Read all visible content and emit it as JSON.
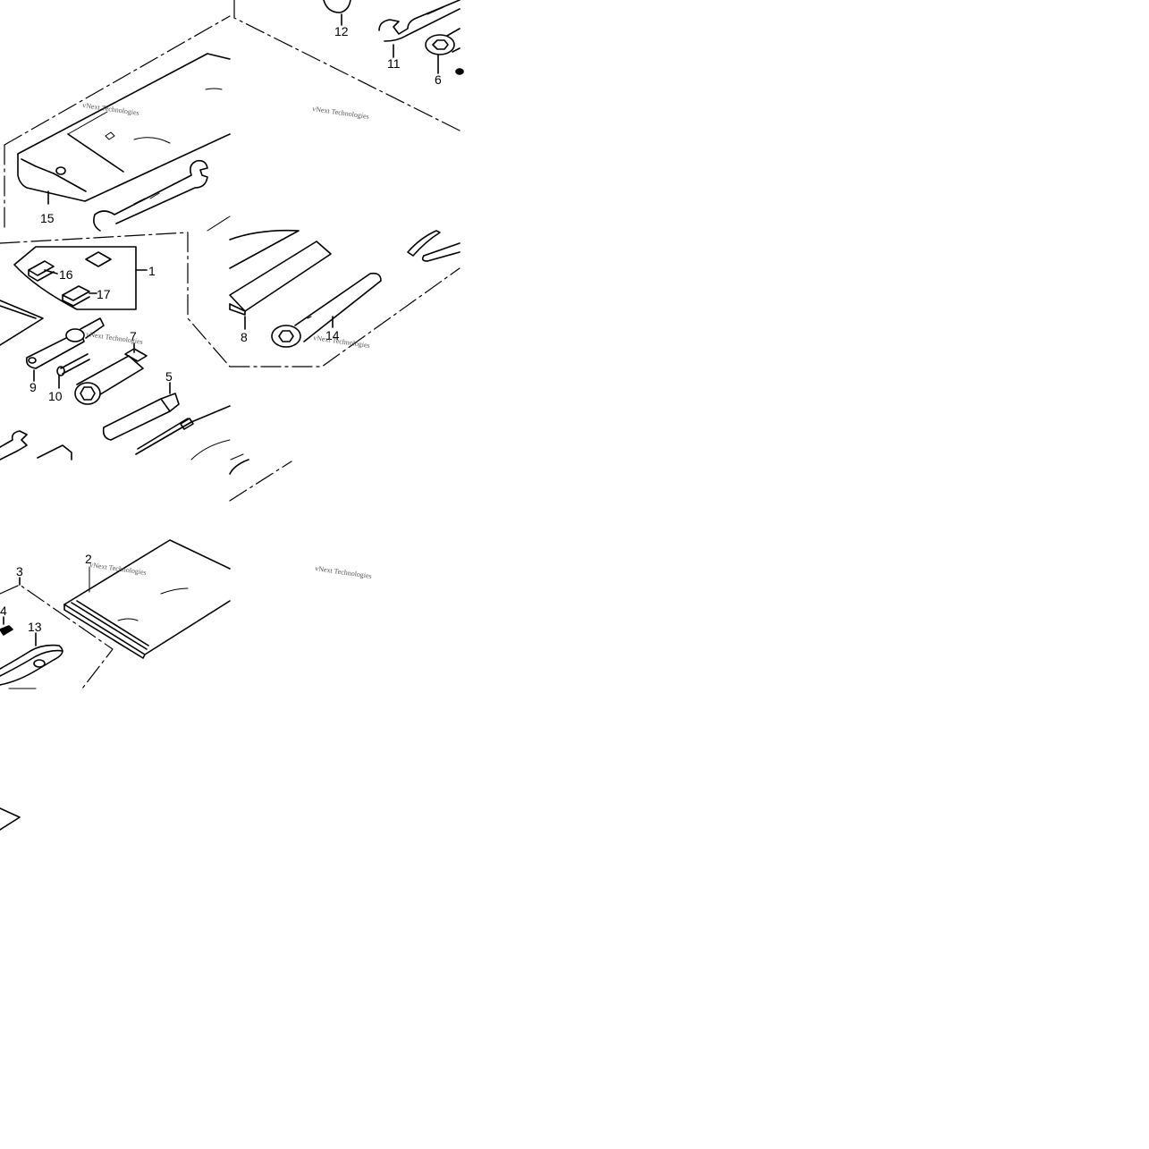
{
  "diagram": {
    "callouts": [
      "1",
      "2",
      "3",
      "4",
      "5",
      "6",
      "7",
      "8",
      "9",
      "10",
      "11",
      "12",
      "13",
      "14",
      "15",
      "16",
      "17"
    ],
    "watermarks": [
      "vNext Technologies",
      "vNext Technologies",
      "vNext Technologies",
      "vNext Technologies",
      "vNext Technologies",
      "vNext Technologies"
    ]
  }
}
